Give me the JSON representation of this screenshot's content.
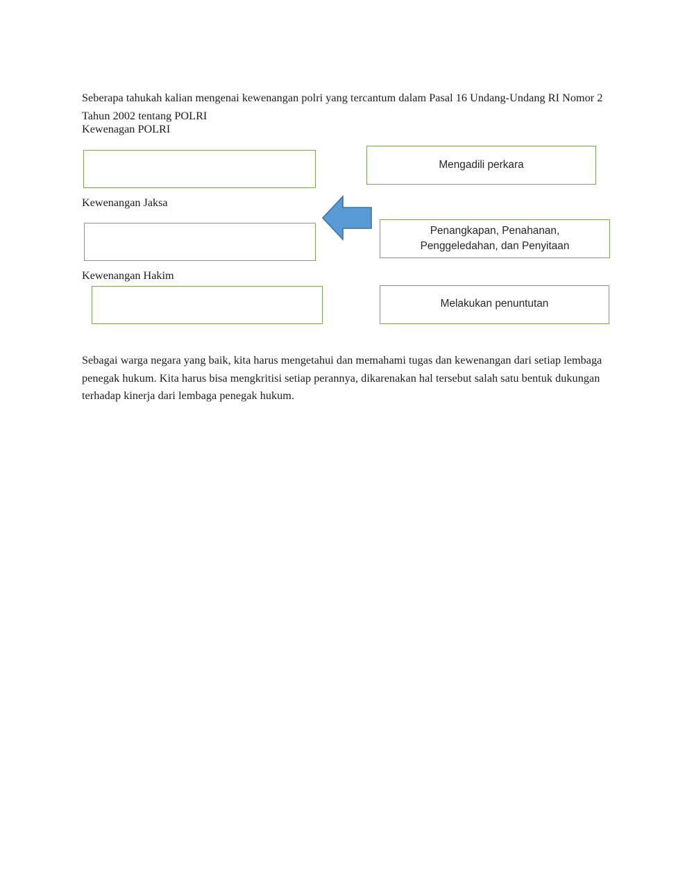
{
  "document": {
    "intro_paragraph": "Seberapa tahukah kalian mengenai kewenangan polri yang tercantum dalam Pasal 16 Undang-Undang RI Nomor 2 Tahun 2002 tentang POLRI",
    "closing_paragraph": "Sebagai warga negara yang baik, kita harus mengetahui dan memahami tugas dan kewenangan dari setiap lembaga penegak hukum. Kita harus bisa mengkritisi setiap perannya, dikarenakan hal tersebut salah satu bentuk dukungan terhadap kinerja dari lembaga penegak hukum."
  },
  "exercise": {
    "labels": [
      {
        "text": "Kewenagan POLRI"
      },
      {
        "text": "Kewenangan Jaksa"
      },
      {
        "text": "Kewenangan Hakim"
      }
    ],
    "answer_boxes": [
      {
        "value": "",
        "placeholder": ""
      },
      {
        "value": "",
        "placeholder": ""
      },
      {
        "value": "",
        "placeholder": ""
      }
    ],
    "option_boxes": [
      {
        "text": "Mengadili perkara"
      },
      {
        "text": "Penangkapan, Penahanan,\nPenggeledahan, dan Penyitaan"
      },
      {
        "text": "Melakukan penuntutan"
      }
    ],
    "arrow": {
      "icon": "arrow-left-icon",
      "direction": "left"
    }
  },
  "colors": {
    "box_border_green": "#7ba45c",
    "arrow_fill_blue": "#5b9bd5",
    "arrow_stroke_blue": "#41719c",
    "text_black": "#1c1c1c",
    "page_background": "#ffffff"
  }
}
